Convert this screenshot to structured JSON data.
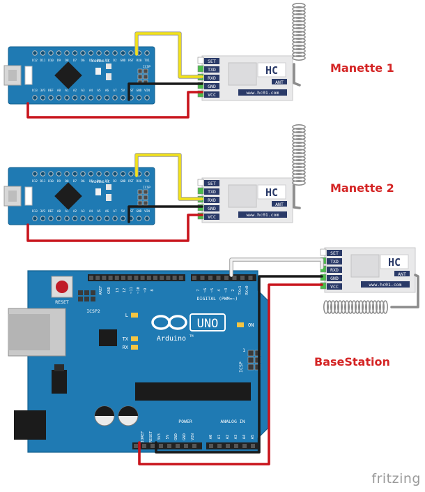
{
  "labels": {
    "manette1": "Manette 1",
    "manette2": "Manette 2",
    "basestation": "BaseStation"
  },
  "watermark": "fritzing",
  "module": {
    "pins": [
      "SET",
      "TXD",
      "RXD",
      "GND",
      "VCC"
    ],
    "ant": "ANT",
    "site": "www.hc01.com",
    "logo": "HC"
  },
  "nano": {
    "brand": "ARDUINO.CC",
    "pins_top": [
      "D12",
      "D11",
      "D10",
      "D9",
      "D8",
      "D7",
      "D6",
      "D5",
      "D4",
      "D3",
      "D2",
      "GND",
      "RST",
      "RX0",
      "TX1"
    ],
    "pins_bottom": [
      "D13",
      "3V3",
      "REF",
      "A0",
      "A1",
      "A2",
      "A3",
      "A4",
      "A5",
      "A6",
      "A7",
      "5V",
      "RST",
      "GND",
      "VIN"
    ],
    "icsp": "ICSP",
    "chip_text": "ARDUINO NANO V3.0"
  },
  "uno": {
    "reset": "RESET",
    "icsp2": "ICSP2",
    "icsp": "ICSP",
    "aref": "AREF",
    "gnd": "GND",
    "top_pins": [
      "13",
      "12",
      "~11",
      "~10",
      "~9",
      "8",
      "7",
      "~6",
      "~5",
      "4",
      "~3",
      "2",
      "TX>1",
      "RX<0"
    ],
    "digital": "DIGITAL (PWM=~)",
    "led_l": "L",
    "led_tx": "TX",
    "led_rx": "RX",
    "on": "ON",
    "logo_uno": "UNO",
    "logo_brand": "Arduino",
    "tm": "TM",
    "power": "POWER",
    "analog": "ANALOG IN",
    "power_pins": [
      "IOREF",
      "RESET",
      "3V3",
      "5V",
      "GND",
      "GND",
      "VIN"
    ],
    "analog_pins": [
      "A0",
      "A1",
      "A2",
      "A3",
      "A4",
      "A5"
    ],
    "icsp_num": "1"
  },
  "colors": {
    "board": "#1f7ab3",
    "board_dark": "#14618f",
    "wire_red": "#c8141c",
    "wire_black": "#1a1a1a",
    "wire_yellow": "#f2e21a",
    "wire_white": "#f2f2f2",
    "label": "#d42424"
  }
}
